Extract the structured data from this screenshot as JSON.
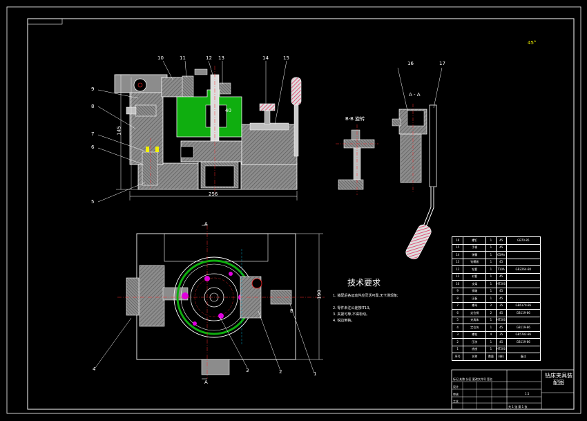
{
  "callouts": {
    "n1": "1",
    "n2": "2",
    "n3": "3",
    "n4": "4",
    "n5": "5",
    "n6": "6",
    "n7": "7",
    "n8": "8",
    "n9": "9",
    "n10": "10",
    "n11": "11",
    "n12": "12",
    "n13": "13",
    "n14": "14",
    "n15": "15",
    "n16": "16",
    "n17": "17"
  },
  "section_labels": {
    "aa": "A - A",
    "bb": "B-B 旋转",
    "a_top": "A",
    "a_bottom": "A",
    "b_mark": "B"
  },
  "dimensions": {
    "width_bottom": "256",
    "height_left": "145",
    "plan_height": "190",
    "inner_dim": "40"
  },
  "corner_mark": "45°",
  "tech": {
    "title": "技术要求",
    "lines": [
      "1. 装配后各运动件应灵活可靠,无卡滞现象;",
      "2. 零件未注公差按IT13。",
      "3. 夹紧可靠,不得松动。",
      "4. 锐边倒钝。"
    ]
  },
  "bom": [
    {
      "no": "16",
      "name": "螺钉",
      "qty": "1",
      "mat": "45",
      "std": "GB70-85"
    },
    {
      "no": "15",
      "name": "手柄",
      "qty": "1",
      "mat": "45",
      "std": ""
    },
    {
      "no": "14",
      "name": "弹簧",
      "qty": "1",
      "mat": "65Mn",
      "std": ""
    },
    {
      "no": "13",
      "name": "钻模板",
      "qty": "1",
      "mat": "45",
      "std": ""
    },
    {
      "no": "12",
      "name": "钻套",
      "qty": "1",
      "mat": "T10A",
      "std": "GB2264-80"
    },
    {
      "no": "11",
      "name": "衬套",
      "qty": "1",
      "mat": "45",
      "std": ""
    },
    {
      "no": "10",
      "name": "支架",
      "qty": "1",
      "mat": "HT200",
      "std": ""
    },
    {
      "no": "9",
      "name": "销轴",
      "qty": "1",
      "mat": "45",
      "std": ""
    },
    {
      "no": "8",
      "name": "压板",
      "qty": "1",
      "mat": "45",
      "std": ""
    },
    {
      "no": "7",
      "name": "螺母",
      "qty": "2",
      "mat": "35",
      "std": "GB6170-86"
    },
    {
      "no": "6",
      "name": "定位销",
      "qty": "2",
      "mat": "45",
      "std": "GB119-86"
    },
    {
      "no": "5",
      "name": "夹具体",
      "qty": "1",
      "mat": "HT200",
      "std": ""
    },
    {
      "no": "4",
      "name": "定位块",
      "qty": "1",
      "mat": "45",
      "std": "GB119-86"
    },
    {
      "no": "3",
      "name": "螺栓",
      "qty": "4",
      "mat": "35",
      "std": "GB5782-86"
    },
    {
      "no": "2",
      "name": "压块",
      "qty": "1",
      "mat": "45",
      "std": "GB119-86"
    },
    {
      "no": "1",
      "name": "底座",
      "qty": "1",
      "mat": "HT200",
      "std": ""
    }
  ],
  "bom_header": {
    "no": "序号",
    "name": "名称",
    "qty": "数量",
    "mat": "材料",
    "std": "备注"
  },
  "title_block": {
    "name": "钻床夹具装配图",
    "row1": "标记 处数 分区 更改文件号 签名",
    "row2": "设计",
    "row3": "审核",
    "row4": "工艺",
    "scale": "1:1",
    "sheet": "共 1 张 第 1 张"
  },
  "colors": {
    "outline": "#ffffff",
    "center": "#ff2a2a",
    "gray": "#8c8c8c",
    "green": "#0fae0f",
    "magenta": "#e000e0",
    "yellow": "#f2f200",
    "cyan": "#00d0ff"
  }
}
